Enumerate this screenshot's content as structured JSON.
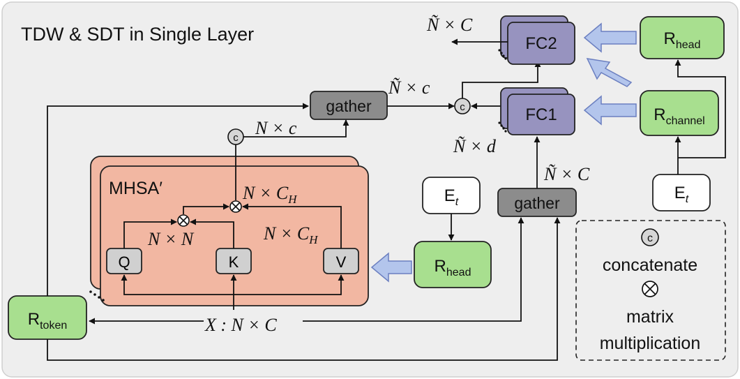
{
  "title": "TDW & SDT in Single Layer",
  "colors": {
    "background": "#eeeeee",
    "mhsa_fill": "#f2b7a2",
    "router_fill": "#a8df8f",
    "fc_fill": "#9793bf",
    "gather_fill": "#8c8c8c",
    "qkv_fill": "#d0d0d0",
    "arrow_fill": "#b3c5ec",
    "arrow_stroke": "#6b7fc0"
  },
  "blocks": {
    "mhsa_label": "MHSA′",
    "q": "Q",
    "k": "K",
    "v": "V",
    "gather_top": "gather",
    "gather_right": "gather",
    "fc1": "FC1",
    "fc2": "FC2",
    "e_t_mid": {
      "base": "E",
      "sub": "t"
    },
    "e_t_right": {
      "base": "E",
      "sub": "t"
    },
    "r_head_mid": {
      "base": "R",
      "sub": "head"
    },
    "r_head_top": {
      "base": "R",
      "sub": "head"
    },
    "r_channel": {
      "base": "R",
      "sub": "channel"
    },
    "r_token": {
      "base": "R",
      "sub": "token"
    }
  },
  "labels": {
    "n_x_c_top": "Ñ × C",
    "n_x_c_mid": "Ñ × c",
    "n_x_d": "Ñ × d",
    "n_x_C_gather": "Ñ × C",
    "N_x_c": "N × c",
    "N_x_CH_1": {
      "base": "N × C",
      "sub": "H"
    },
    "N_x_CH_2": {
      "base": "N × C",
      "sub": "H"
    },
    "N_x_N": "N × N",
    "x_input": "X : N × C"
  },
  "legend": {
    "concat_symbol": "c",
    "concat_label": "concatenate",
    "matmul_label_1": "matrix",
    "matmul_label_2": "multiplication"
  }
}
